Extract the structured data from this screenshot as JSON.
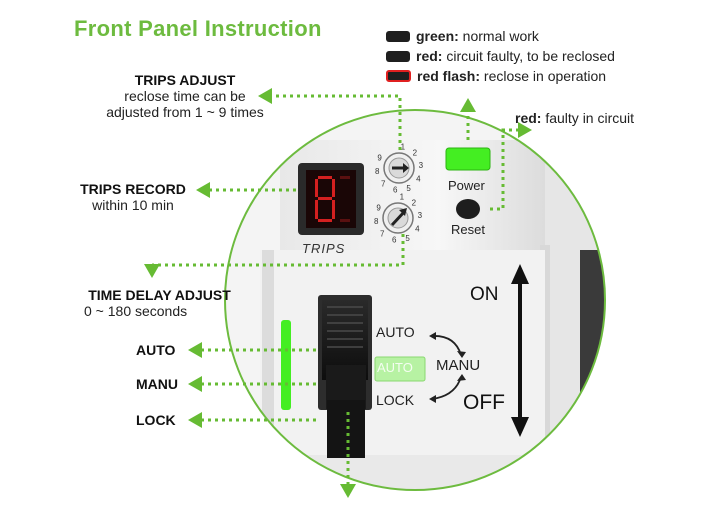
{
  "title": "Front Panel Instruction",
  "legend": [
    {
      "bold": "green:",
      "text": " normal work",
      "icon": "solid-dark-swatch"
    },
    {
      "bold": "red:",
      "text": " circuit faulty, to be reclosed",
      "icon": "solid-dark-swatch"
    },
    {
      "bold": "red flash:",
      "text": " reclose in operation",
      "icon": "red-outline-swatch"
    }
  ],
  "red_fault": {
    "bold": "red:",
    "text": " faulty in circuit"
  },
  "trips_adjust": {
    "title": "TRIPS ADJUST",
    "line1": "reclose time can be",
    "line2": "adjusted from 1 ~ 9 times"
  },
  "trips_record": {
    "title": "TRIPS RECORD",
    "sub": "within 10 min"
  },
  "time_delay": {
    "title": "TIME DELAY ADJUST",
    "sub": "0 ~ 180 seconds"
  },
  "side_labels": {
    "auto": "AUTO",
    "manu": "MANU",
    "lock": "LOCK"
  },
  "panel": {
    "power": "Power",
    "reset": "Reset",
    "trips": "TRIPS",
    "on": "ON",
    "off": "OFF",
    "switch_auto": "AUTO",
    "switch_manu": "MANU",
    "switch_lock": "LOCK",
    "switch_window": "AUTO",
    "dial_numbers": [
      "1",
      "2",
      "3",
      "4",
      "5",
      "6",
      "7",
      "8",
      "9"
    ]
  },
  "colors": {
    "accent_green": "#6dbb3f",
    "led_green": "#44ee22",
    "arrow_green": "#66bb33",
    "fault_red": "#e02020"
  }
}
